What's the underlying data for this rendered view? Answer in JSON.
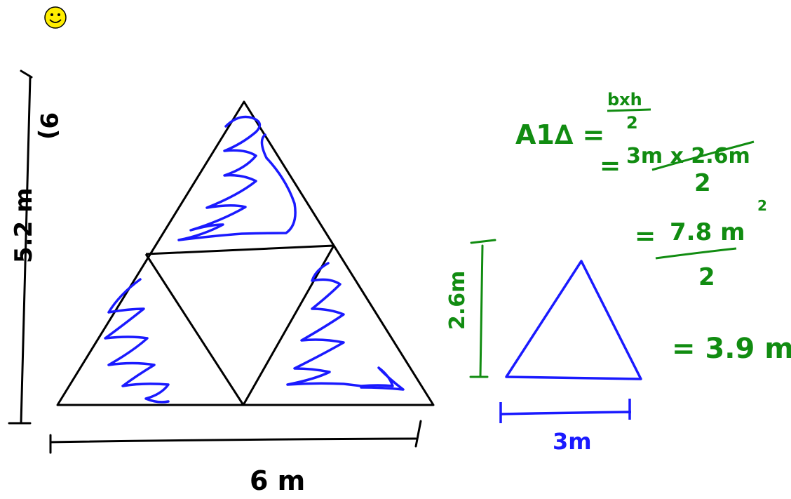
{
  "colors": {
    "black_ink": "#000000",
    "blue_ink": "#1a1aff",
    "green_ink": "#118c11",
    "smiley": "#ffee00"
  },
  "icons": {
    "top_left": "smiley-face-icon"
  },
  "labels": {
    "problem_number": "9)",
    "height": "5.2 m",
    "base": "6 m",
    "small_base": "3m",
    "small_height": "2.6m"
  },
  "work": {
    "area_label": "A1∆ =",
    "formula_num": "bxh",
    "formula_den": "2",
    "step2_eq": "=",
    "step2_num": "3m x 2.6m",
    "step2_den": "2",
    "step3_eq": "=",
    "step3_num": "7.8 m",
    "step3_sup": "2",
    "step3_den": "2",
    "result": "= 3.9 m"
  }
}
